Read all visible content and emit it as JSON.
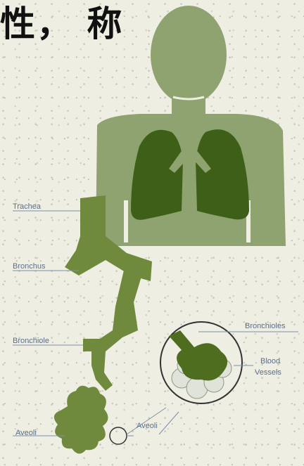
{
  "heading": "性， 称",
  "labels": {
    "trachea": "Trachea",
    "bronchus": "Bronchus",
    "bronchiole": "Bronchiole",
    "aveoli_left": "Aveoli",
    "aveoli_right": "Aveoli",
    "bronchioles": "Bronchioles",
    "blood_vessels_line1": "Blood",
    "blood_vessels_line2": "Vessels"
  },
  "colors": {
    "body_fill": "#8ea36f",
    "lung_fill": "#3e5f17",
    "airway_fill": "#6f8a3c",
    "label_text": "#5b6e8a",
    "leader_line": "#7f90a8"
  }
}
